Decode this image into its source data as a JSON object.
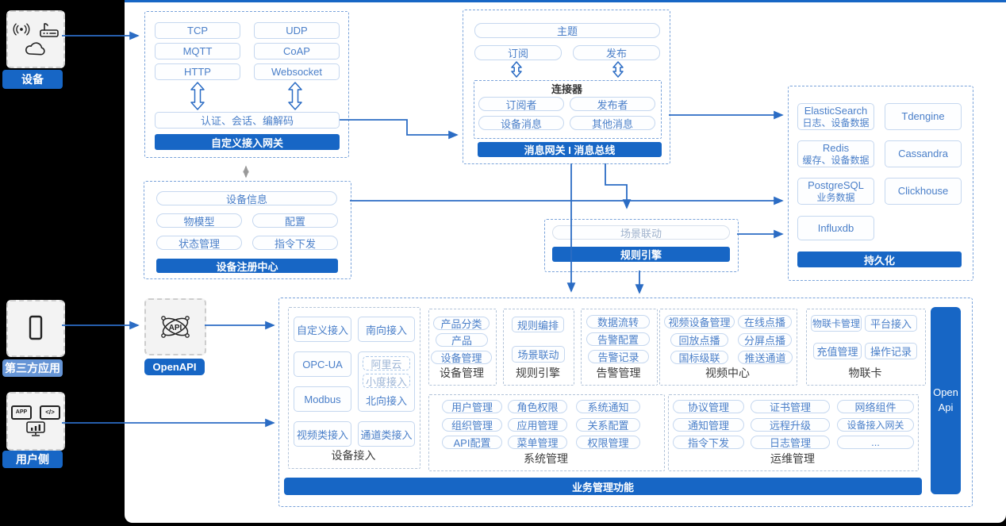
{
  "colors": {
    "accent": "#1766c5",
    "rail_alt": "#6695d6",
    "line": "#2b6cc4"
  },
  "left_rail": {
    "devices_label": "设备",
    "third_party_label": "第三方应用",
    "user_side_label": "用户侧",
    "app_icon_text": "APP",
    "code_icon_text": "</>"
  },
  "custom_gateway": {
    "protocols": [
      "TCP",
      "UDP",
      "MQTT",
      "CoAP",
      "HTTP",
      "Websocket"
    ],
    "session_bar": "认证、会话、编解码",
    "title": "自定义接入网关"
  },
  "message_bus": {
    "topic": "主题",
    "subscribe": "订阅",
    "publish": "发布",
    "connector_title": "连接器",
    "connector_items": [
      "订阅者",
      "发布者",
      "设备消息",
      "其他消息"
    ],
    "title": "消息网关 I 消息总线"
  },
  "persistence": {
    "stores": [
      {
        "name": "ElasticSearch",
        "desc": "日志、设备数据"
      },
      {
        "name": "Tdengine",
        "desc": ""
      },
      {
        "name": "Redis",
        "desc": "缓存、设备数据"
      },
      {
        "name": "Cassandra",
        "desc": ""
      },
      {
        "name": "PostgreSQL",
        "desc": "业务数据"
      },
      {
        "name": "Clickhouse",
        "desc": ""
      },
      {
        "name": "Influxdb",
        "desc": ""
      }
    ],
    "title": "持久化"
  },
  "registry": {
    "device_info": "设备信息",
    "items": [
      "物模型",
      "配置",
      "状态管理",
      "指令下发"
    ],
    "title": "设备注册中心"
  },
  "scene_rule": {
    "scene": "场景联动",
    "title": "规则引擎"
  },
  "openapi": {
    "label": "OpenAPI",
    "icon_text": "API"
  },
  "business": {
    "title": "业务管理功能",
    "open_api": "Open Api",
    "device_access": {
      "title": "设备接入",
      "items": [
        "自定义接入",
        "南向接入",
        "OPC-UA",
        "Modbus",
        "视频类接入",
        "通道类接入"
      ],
      "north": {
        "label": "北向接入",
        "sub": [
          "阿里云",
          "小度接入"
        ]
      }
    },
    "device_mgmt": {
      "title": "设备管理",
      "items": [
        "产品分类",
        "产品",
        "设备管理"
      ]
    },
    "rule_engine": {
      "title": "规则引擎",
      "items": [
        "规则编排",
        "场景联动"
      ]
    },
    "alarm": {
      "title": "告警管理",
      "items": [
        "数据流转",
        "告警配置",
        "告警记录"
      ]
    },
    "video": {
      "title": "视频中心",
      "items": [
        "视频设备管理",
        "在线点播",
        "回放点播",
        "分屏点播",
        "国标级联",
        "推送通道"
      ]
    },
    "iot_card": {
      "title": "物联卡",
      "items": [
        "物联卡管理",
        "平台接入",
        "充值管理",
        "操作记录"
      ]
    },
    "system": {
      "title": "系统管理",
      "items": [
        "用户管理",
        "角色权限",
        "系统通知",
        "组织管理",
        "应用管理",
        "关系配置",
        "API配置",
        "菜单管理",
        "权限管理"
      ]
    },
    "ops": {
      "title": "运维管理",
      "items": [
        "协议管理",
        "证书管理",
        "网络组件",
        "通知管理",
        "远程升级",
        "设备接入网关",
        "指令下发",
        "日志管理",
        "..."
      ]
    }
  }
}
